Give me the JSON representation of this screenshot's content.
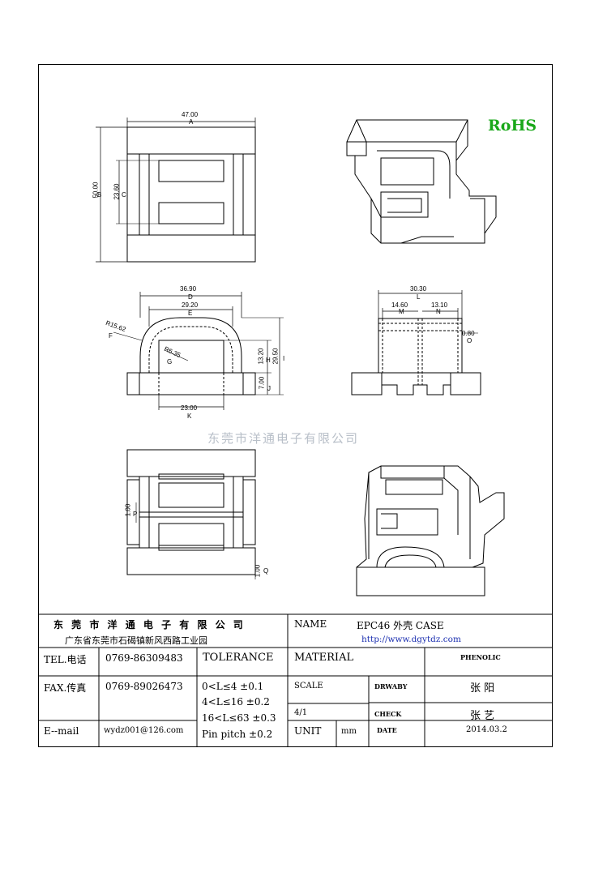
{
  "drawing": {
    "rohs": "RoHS",
    "watermark": "东莞市洋通电子有限公司",
    "dims": {
      "top_width": "47.00",
      "top_width_ref": "A",
      "top_height": "50.00",
      "top_height_ref": "B",
      "top_inner": "23.60",
      "top_inner_ref": "C",
      "front_width": "36.90",
      "front_width_ref": "D",
      "front_inner": "29.20",
      "front_inner_ref": "E",
      "front_r1": "R15.62",
      "front_r1_ref": "F",
      "front_r2": "R6.35",
      "front_r2_ref": "G",
      "front_h1": "13.20",
      "front_h1_ref": "H",
      "front_h2": "29.50",
      "front_h2_ref": "I",
      "front_h3": "7.00",
      "front_h3_ref": "J",
      "front_bottom": "23.00",
      "front_bottom_ref": "K",
      "side_width": "30.30",
      "side_width_ref": "L",
      "side_a": "14.60",
      "side_a_ref": "M",
      "side_b": "13.10",
      "side_b_ref": "N",
      "side_t": "0.80",
      "side_t_ref": "O",
      "bottom_a": "1.00",
      "bottom_a_ref": "P",
      "bottom_b": "1.00",
      "bottom_b_ref": "Q"
    }
  },
  "title_block": {
    "company": "东 莞 市 洋 通 电 子 有 限 公 司",
    "address": "广东省东莞市石碣镇新风西路工业园",
    "name_label": "NAME",
    "name_value": "EPC46   外壳   CASE",
    "website": "http://www.dgytdz.com",
    "tel_label": "TEL.电话",
    "tel_value": "0769-86309483",
    "tolerance_label": "TOLERANCE",
    "material_label": "MATERIAL",
    "material_value": "PHENOLIC",
    "fax_label": "FAX.传真",
    "fax_value": "0769-89026473",
    "tol1": "0<L≤4    ±0.1",
    "tol2": "4<L≤16  ±0.2",
    "tol3": "16<L≤63  ±0.3",
    "tol4": "Pin pitch  ±0.2",
    "scale_label": "SCALE",
    "scale_value": "4/1",
    "drawby_label": "DRWABY",
    "drawby_value": "张 阳",
    "check_label": "CHECK",
    "check_value": "张 艺",
    "email_label": "E--mail",
    "email_value": "wydz001@126.com",
    "unit_label": "UNIT",
    "unit_value": "mm",
    "date_label": "DATE",
    "date_value": "2014.03.2"
  }
}
